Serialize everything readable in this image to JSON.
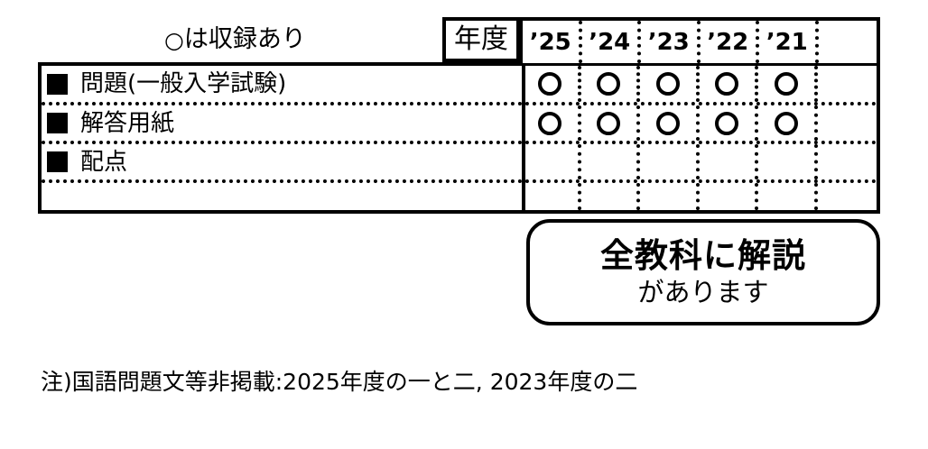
{
  "legend": {
    "ring_glyph": "○",
    "text": "は収録あり"
  },
  "table": {
    "year_label": "年度",
    "year_columns": [
      "’25",
      "’24",
      "’23",
      "’22",
      "’21",
      ""
    ],
    "rows": [
      {
        "label": "問題(一般入学試験)",
        "marks": [
          "○",
          "○",
          "○",
          "○",
          "○",
          ""
        ]
      },
      {
        "label": "解答用紙",
        "marks": [
          "○",
          "○",
          "○",
          "○",
          "○",
          ""
        ]
      },
      {
        "label": "配点",
        "marks": [
          "",
          "",
          "",
          "",
          "",
          ""
        ]
      },
      {
        "label": "",
        "marks": [
          "",
          "",
          "",
          "",
          "",
          ""
        ]
      }
    ]
  },
  "callout": {
    "line1": "全教科に解説",
    "line2": "があります"
  },
  "footnote": {
    "text": "注)国語問題文等非掲載:2025年度の一と二, 2023年度の二"
  }
}
